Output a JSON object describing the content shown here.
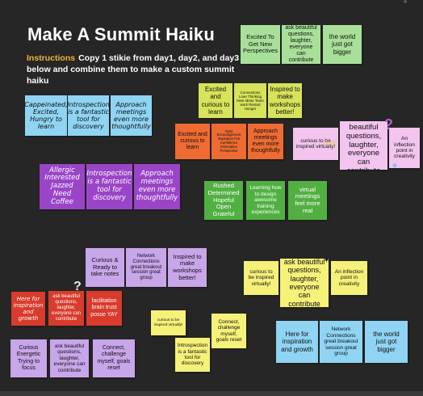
{
  "title": "Make A Summit Haiku",
  "instructions": {
    "label": "Instructions",
    "text": "Copy 1 stikie from day1, day2, and day3 below and combine them to make a custom summit haiku"
  },
  "stickies": [
    {
      "id": "s1",
      "text": "Excited To Get New Perspectives",
      "color": "#a8e09a"
    },
    {
      "id": "s2",
      "text": "ask beautiful questions, laughter, everyone can contribute",
      "color": "#a8e09a"
    },
    {
      "id": "s3",
      "text": "the world just got bigger",
      "color": "#a8e09a"
    },
    {
      "id": "s4",
      "text": "Cappeinated, Excited, Hungry to learn",
      "color": "#8fd4f3"
    },
    {
      "id": "s5",
      "text": "Introspection is a fantastic tool for discovery",
      "color": "#8fd4f3"
    },
    {
      "id": "s6",
      "text": "Approach meetings even more thoughtfully",
      "color": "#8fd4f3"
    },
    {
      "id": "s7",
      "text": "Excited and curious to learn",
      "color": "#d7e35a"
    },
    {
      "id": "s8",
      "text": "Connections Love Thinking New Ideas Team work Rested Hunger",
      "color": "#d7e35a"
    },
    {
      "id": "s9",
      "text": "Inspired to make workshops better!",
      "color": "#d7e35a"
    },
    {
      "id": "s10",
      "text": "Excited and curious to learn",
      "color": "#ee6b32"
    },
    {
      "id": "s11",
      "text": "Tools Encouragement Inspiration Fun Confidence Information Perspective",
      "color": "#ee6b32"
    },
    {
      "id": "s12",
      "text": "Approach meetings even more thoughtfully",
      "color": "#ee6b32"
    },
    {
      "id": "s13",
      "text": "curious to be inspired virtually!",
      "color": "#f2c4ee"
    },
    {
      "id": "s14",
      "text": "ask beautiful questions, laughter, everyone can contribute",
      "color": "#f2c4ee"
    },
    {
      "id": "s15",
      "text": "An inflection point in creativity",
      "color": "#f2c4ee"
    },
    {
      "id": "s16",
      "text": "Allergic Interested Jazzed Need Coffee",
      "color": "#9a45c8"
    },
    {
      "id": "s17",
      "text": "Introspection is a fantastic tool for discovery",
      "color": "#9a45c8"
    },
    {
      "id": "s18",
      "text": "Approach meetings even more thoughtfully",
      "color": "#9a45c8"
    },
    {
      "id": "s19",
      "text": "Rushed Determined Hopeful Open Grateful",
      "color": "#52b043"
    },
    {
      "id": "s20",
      "text": "Learning how to design awesome training experiences",
      "color": "#52b043"
    },
    {
      "id": "s21",
      "text": "virtual meetings feel more real",
      "color": "#52b043"
    },
    {
      "id": "s22",
      "text": "Curious & Ready to take notes",
      "color": "#c8a6ea"
    },
    {
      "id": "s23",
      "text": "Network Connections great breakout session great group",
      "color": "#c8a6ea"
    },
    {
      "id": "s24",
      "text": "Inspired to make workshops better!",
      "color": "#c8a6ea"
    },
    {
      "id": "s25",
      "text": "curious to be inspired virtually!",
      "color": "#f6f179"
    },
    {
      "id": "s26",
      "text": "ask beautiful questions, laughter, everyone can contribute",
      "color": "#f6f179"
    },
    {
      "id": "s27",
      "text": "An inflection point in creativity",
      "color": "#f6f179"
    },
    {
      "id": "s28",
      "text": "Here for inspiration and growth",
      "color": "#d93b2c"
    },
    {
      "id": "s29",
      "text": "ask beautiful questions, laughter, everyone can contribute",
      "color": "#d93b2c"
    },
    {
      "id": "s30",
      "text": "facilitation brain trust posse YAY",
      "color": "#d93b2c"
    },
    {
      "id": "s31",
      "text": "curious to be inspired virtually!",
      "color": "#f6f179"
    },
    {
      "id": "s32",
      "text": "Connect, challenge myself, goals reset",
      "color": "#f6f179"
    },
    {
      "id": "s33",
      "text": "Introspection is a fantastic tool for discovery",
      "color": "#f6f179"
    },
    {
      "id": "s34",
      "text": "Here for inspiration and growth",
      "color": "#8fd4f3"
    },
    {
      "id": "s35",
      "text": "Network Connections great breakout session great group",
      "color": "#8fd4f3"
    },
    {
      "id": "s36",
      "text": "the world just got bigger",
      "color": "#8fd4f3"
    },
    {
      "id": "s37",
      "text": "Curious Energetic Trying to focus",
      "color": "#c8a6ea"
    },
    {
      "id": "s38",
      "text": "ask beautiful questions, laughter, everyone can contribute",
      "color": "#c8a6ea"
    },
    {
      "id": "s39",
      "text": "Connect, challenge myself, goals reset",
      "color": "#c8a6ea"
    }
  ]
}
